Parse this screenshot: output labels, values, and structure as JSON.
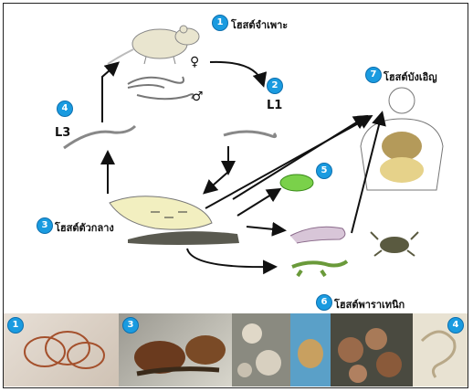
{
  "labels": {
    "definitive_host": "โฮสต์จำเพาะ",
    "accidental_host": "โฮสต์บังเอิญ",
    "intermediate_host": "โฮสต์ตัวกลาง",
    "paratenic_host": "โฮสต์พาราเทนิก"
  },
  "numbers": [
    "1",
    "2",
    "3",
    "4",
    "5",
    "6",
    "7"
  ],
  "stages": {
    "l1": "L1",
    "l3": "L3",
    "female": "♀",
    "male": "♂"
  },
  "photo_numbers": [
    "1",
    "3",
    "4"
  ],
  "colors": {
    "badge": "#1a9be0",
    "arrow": "#111111"
  }
}
